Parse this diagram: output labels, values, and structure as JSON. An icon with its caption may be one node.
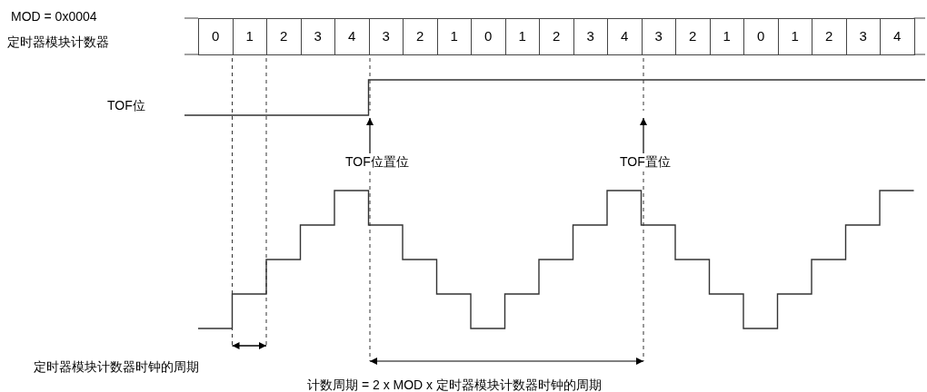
{
  "diagram": {
    "nodes": [
      {
        "text": [
          "0"
        ]
      },
      {
        "text": [
          "1"
        ]
      },
      {
        "text": [
          "2"
        ]
      },
      {
        "text": [
          "3"
        ]
      },
      {
        "text": [
          "4"
        ]
      },
      {
        "text": [
          "3"
        ]
      },
      {
        "text": [
          "2"
        ]
      },
      {
        "text": [
          "1"
        ]
      },
      {
        "text": [
          "0"
        ]
      },
      {
        "text": [
          "1"
        ]
      },
      {
        "text": [
          "2"
        ]
      },
      {
        "text": [
          "3"
        ]
      },
      {
        "text": [
          "4"
        ]
      },
      {
        "text": [
          "3"
        ]
      },
      {
        "text": [
          "2"
        ]
      },
      {
        "text": [
          "1"
        ]
      },
      {
        "text": [
          "0"
        ]
      },
      {
        "text": [
          "1"
        ]
      },
      {
        "text": [
          "2"
        ]
      },
      {
        "text": [
          "3"
        ]
      },
      {
        "text": [
          "4"
        ]
      },
      {
        "text": [
          "TOF位置位"
        ]
      },
      {
        "text": [
          "TOF置位"
        ]
      }
    ],
    "edges": [
      {
        "from": 21,
        "to": null,
        "arrow": "to"
      },
      {
        "from": 22,
        "to": null,
        "arrow": "to"
      }
    ],
    "labels": [
      "MOD = 0x0004",
      "定时器模块计数器",
      "TOF位",
      "定时器模块计数器时钟的周期",
      "计数周期 = 2 x MOD x 定时器模块计数器时钟的周期"
    ]
  }
}
